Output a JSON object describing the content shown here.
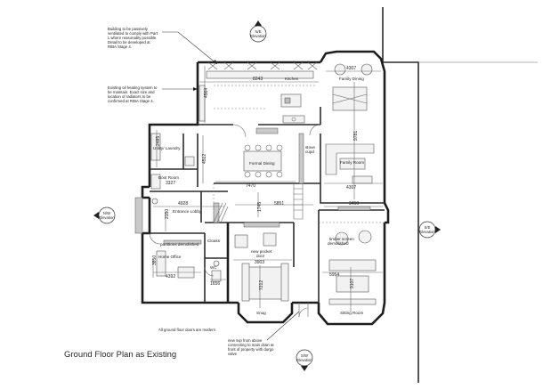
{
  "title": "Ground Floor Plan as Existing",
  "footnote": "All ground floor doors are modern",
  "notes": {
    "ventilation": [
      "Building to be passively",
      "ventilated to comply with Part",
      "L where reasonably possible.",
      "Detail to be developed at",
      "RIBA Stage 4."
    ],
    "heating": [
      "Existing oil heating system to",
      "be maintain. Exact size and",
      "location of radiators to be",
      "confirmed at RIBA Stage 4."
    ],
    "drain": [
      "new svp from above",
      "connecting to main drain at",
      "front of property with durgo",
      "valve"
    ]
  },
  "elevations": {
    "ne": [
      "N/E",
      "Elevation"
    ],
    "nw": [
      "N/W",
      "Elevation"
    ],
    "se": [
      "S/E",
      "Elevation"
    ],
    "sw": [
      "S/W",
      "Elevation"
    ]
  },
  "rooms": {
    "kitchen": "Kitchen",
    "family_dining": "Family Dining",
    "formal_dining": "Formal Dining",
    "family_room": "Family Room",
    "utility": "Utility/ Laundry",
    "boot_room": "Boot Room",
    "entrance_lobby": "Entrance Lobby",
    "cloaks": "Cloaks",
    "home_office": "Home Office",
    "wc": "WC",
    "snug": "Snug",
    "sitting_room": "Sitting Room",
    "stove": [
      "stove",
      "cupd"
    ]
  },
  "annotations": {
    "partitions": "partitions demolished",
    "timber_screen": [
      "timber screen",
      "demolished"
    ],
    "pocket_door": [
      "new pocket",
      "door"
    ]
  },
  "dimensions": {
    "kitchen_width": "8243",
    "family_dining_width": "4307",
    "kitchen_height": "4564",
    "family_height": "9781",
    "formal_dining_height": "4512",
    "formal_dining_width": "7470",
    "family_room_width": "4307",
    "utility_height": "2485",
    "boot_room_width": "3327",
    "entrance_width": "4928",
    "hall_width": "5851",
    "hall_depth": "1745",
    "screen_width": "3450",
    "lobby_height": "2150",
    "office_height": "3850",
    "office_width": "4392",
    "wc_width": "1656",
    "snug_width": "3903",
    "snug_height": "7212",
    "sitting_width": "5954",
    "sitting_height": "9107"
  }
}
